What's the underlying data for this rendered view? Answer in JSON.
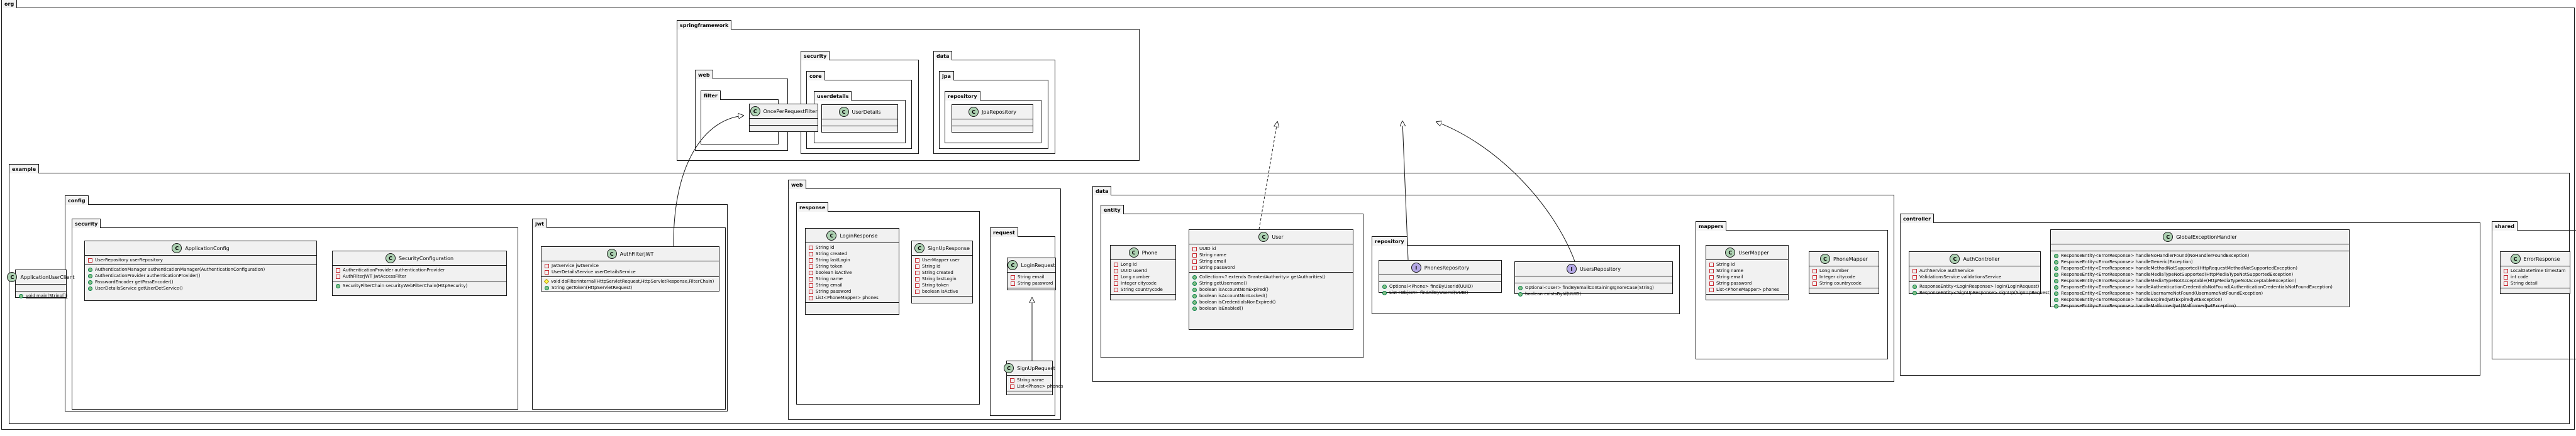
{
  "packages": {
    "org": "org",
    "springframework": "springframework",
    "web": "web",
    "filter": "filter",
    "security": "security",
    "core": "core",
    "userdetails": "userdetails",
    "data": "data",
    "jpa": "jpa",
    "repository": "repository",
    "example": "example",
    "config": "config",
    "config_security": "security",
    "jwt": "jwt",
    "example_web": "web",
    "response": "response",
    "request": "request",
    "example_data": "data",
    "entity": "entity",
    "data_repository": "repository",
    "mappers": "mappers",
    "controller": "controller",
    "shared": "shared"
  },
  "classes": {
    "OncePerRequestFilter": {
      "stereotype": "C",
      "name": "OncePerRequestFilter",
      "fields": [],
      "methods": []
    },
    "UserDetails": {
      "stereotype": "C",
      "name": "UserDetails",
      "fields": [],
      "methods": []
    },
    "JpaRepository": {
      "stereotype": "C",
      "name": "JpaRepository",
      "fields": [],
      "methods": []
    },
    "ApplicationUserClient": {
      "stereotype": "C",
      "name": "ApplicationUserClient",
      "fields": [],
      "methods": [
        "void main(String[])"
      ]
    },
    "ApplicationConfig": {
      "stereotype": "C",
      "name": "ApplicationConfig",
      "fields": [
        "UserRepository userRepository"
      ],
      "methods": [
        "AuthenticationManager authenticationManager(AuthenticationConfiguration)",
        "AuthenticationProvider authenticationProvider()",
        "PasswordEncoder getPassEncoder()",
        "UserDetailsService getUserDetService()"
      ]
    },
    "SecurityConfiguration": {
      "stereotype": "C",
      "name": "SecurityConfiguration",
      "fields": [
        "AuthenticationProvider authenticationProvider",
        "AuthFilterJWT jwtAccessFilter"
      ],
      "methods": [
        "SecurityFilterChain securityWebFilterChain(HttpSecurity)"
      ]
    },
    "AuthFilterJWT": {
      "stereotype": "C",
      "name": "AuthFilterJWT",
      "fields": [
        "JwtService jwtService",
        "UserDetailsService userDetailsService"
      ],
      "methods": [
        "void doFilterInternal(HttpServletRequest,HttpServletResponse,FilterChain)",
        "String getToken(HttpServletRequest)"
      ]
    },
    "LoginResponse": {
      "stereotype": "C",
      "name": "LoginResponse",
      "fields": [
        "String id",
        "String created",
        "String lastLogin",
        "String token",
        "boolean isActive",
        "String name",
        "String email",
        "String password",
        "List<PhoneMapper> phones"
      ],
      "methods": []
    },
    "SignUpResponse": {
      "stereotype": "C",
      "name": "SignUpResponse",
      "fields": [
        "UserMapper user",
        "String id",
        "String created",
        "String lastLogin",
        "String token",
        "boolean isActive"
      ],
      "methods": []
    },
    "LoginRequest": {
      "stereotype": "C",
      "name": "LoginRequest",
      "fields": [
        "String email",
        "String password"
      ],
      "methods": []
    },
    "SignUpRequest": {
      "stereotype": "C",
      "name": "SignUpRequest",
      "fields": [
        "String name",
        "List<Phone> phones"
      ],
      "methods": []
    },
    "Phone": {
      "stereotype": "C",
      "name": "Phone",
      "fields": [
        "Long id",
        "UUID userId",
        "Long number",
        "Integer citycode",
        "String countrycode"
      ],
      "methods": []
    },
    "User": {
      "stereotype": "C",
      "name": "User",
      "fields": [
        "UUID id",
        "String name",
        "String email",
        "String password"
      ],
      "methods": [
        "Collection<? extends GrantedAuthority> getAuthorities()",
        "String getUsername()",
        "boolean isAccountNonExpired()",
        "boolean isAccountNonLocked()",
        "boolean isCredentialsNonExpired()",
        "boolean isEnabled()"
      ]
    },
    "PhonesRepository": {
      "stereotype": "I",
      "name": "PhonesRepository",
      "fields": [],
      "methods": [
        "Optional<Phone> findByUserId(UUID)",
        "List<Object> findAllByUserId(UUID)"
      ]
    },
    "UsersRepository": {
      "stereotype": "I",
      "name": "UsersRepository",
      "fields": [],
      "methods": [
        "Optional<User> findByEmailContainingIgnoreCase(String)",
        "boolean existsById(UUID)"
      ]
    },
    "UserMapper": {
      "stereotype": "C",
      "name": "UserMapper",
      "fields": [
        "String id",
        "String name",
        "String email",
        "String password",
        "List<PhoneMapper> phones"
      ],
      "methods": []
    },
    "PhoneMapper": {
      "stereotype": "C",
      "name": "PhoneMapper",
      "fields": [
        "Long number",
        "Integer citycode",
        "String countrycode"
      ],
      "methods": []
    },
    "AuthController": {
      "stereotype": "C",
      "name": "AuthController",
      "fields": [
        "AuthService authService",
        "ValidationsService validationsService"
      ],
      "methods": [
        "ResponseEntity<LoginResponse> login(LoginRequest)",
        "ResponseEntity<SignUpResponse> signUp(SignUpRequest)"
      ]
    },
    "GlobalExceptionHandler": {
      "stereotype": "C",
      "name": "GlobalExceptionHandler",
      "fields": [],
      "methods": [
        "ResponseEntity<ErrorResponse> handleNoHandlerFound(NoHandlerFoundException)",
        "ResponseEntity<ErrorResponse> handleGeneric(Exception)",
        "ResponseEntity<ErrorResponse> handleMethodNotSupported(HttpRequestMethodNotSupportedException)",
        "ResponseEntity<ErrorResponse> handleMediaTypeNotSupported(HttpMediaTypeNotSupportedException)",
        "ResponseEntity<ErrorResponse> handleMediaTypeNotAcceptable(HttpMediaTypeNotAcceptableException)",
        "ResponseEntity<ErrorResponse> handleAuthenticationCredentialsNotFound(AuthenticationCredentialsNotFoundException)",
        "ResponseEntity<ErrorResponse> handleUsernameNotFound(UsernameNotFoundException)",
        "ResponseEntity<ErrorResponse> handleExpiredJwt(ExpiredJwtException)",
        "ResponseEntity<ErrorResponse> handleMalformedJwt(MalformedJwtException)"
      ]
    },
    "ErrorResponse": {
      "stereotype": "C",
      "name": "ErrorResponse",
      "fields": [
        "LocalDateTime timestam",
        "int code",
        "String detail"
      ],
      "methods": []
    }
  }
}
